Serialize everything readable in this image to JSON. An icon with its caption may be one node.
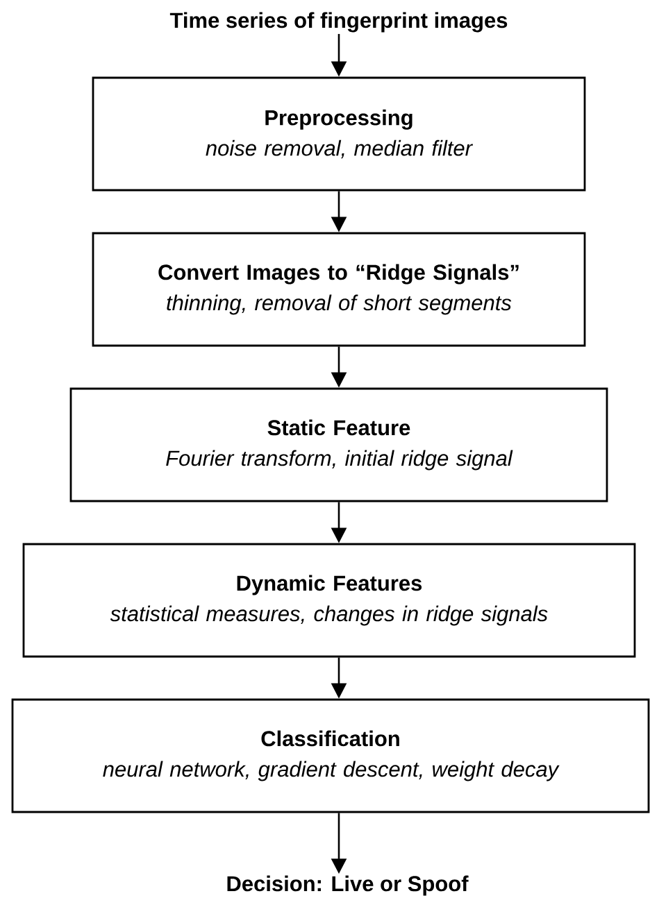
{
  "diagram": {
    "nodes": [
      {
        "text": [
          "Time series of fingerprint images"
        ]
      },
      {
        "text": [
          "Preprocessing",
          "noise removal, median filter"
        ]
      },
      {
        "text": [
          "Convert Images to “Ridge Signals”",
          "thinning, removal of short segments"
        ]
      },
      {
        "text": [
          "Static Feature",
          "Fourier transform, initial ridge signal"
        ]
      },
      {
        "text": [
          "Dynamic Features",
          "statistical measures, changes in ridge signals"
        ]
      },
      {
        "text": [
          "Classification",
          "neural network, gradient descent, weight decay"
        ]
      },
      {
        "text": [
          "Decision:   Live or Spoof"
        ]
      }
    ],
    "edges": [
      {
        "from": 0,
        "to": 1,
        "arrow": "to"
      },
      {
        "from": 1,
        "to": 2,
        "arrow": "to"
      },
      {
        "from": 2,
        "to": 3,
        "arrow": "to"
      },
      {
        "from": 3,
        "to": 4,
        "arrow": "to"
      },
      {
        "from": 4,
        "to": 5,
        "arrow": "to"
      },
      {
        "from": 5,
        "to": 6,
        "arrow": "to"
      }
    ]
  }
}
